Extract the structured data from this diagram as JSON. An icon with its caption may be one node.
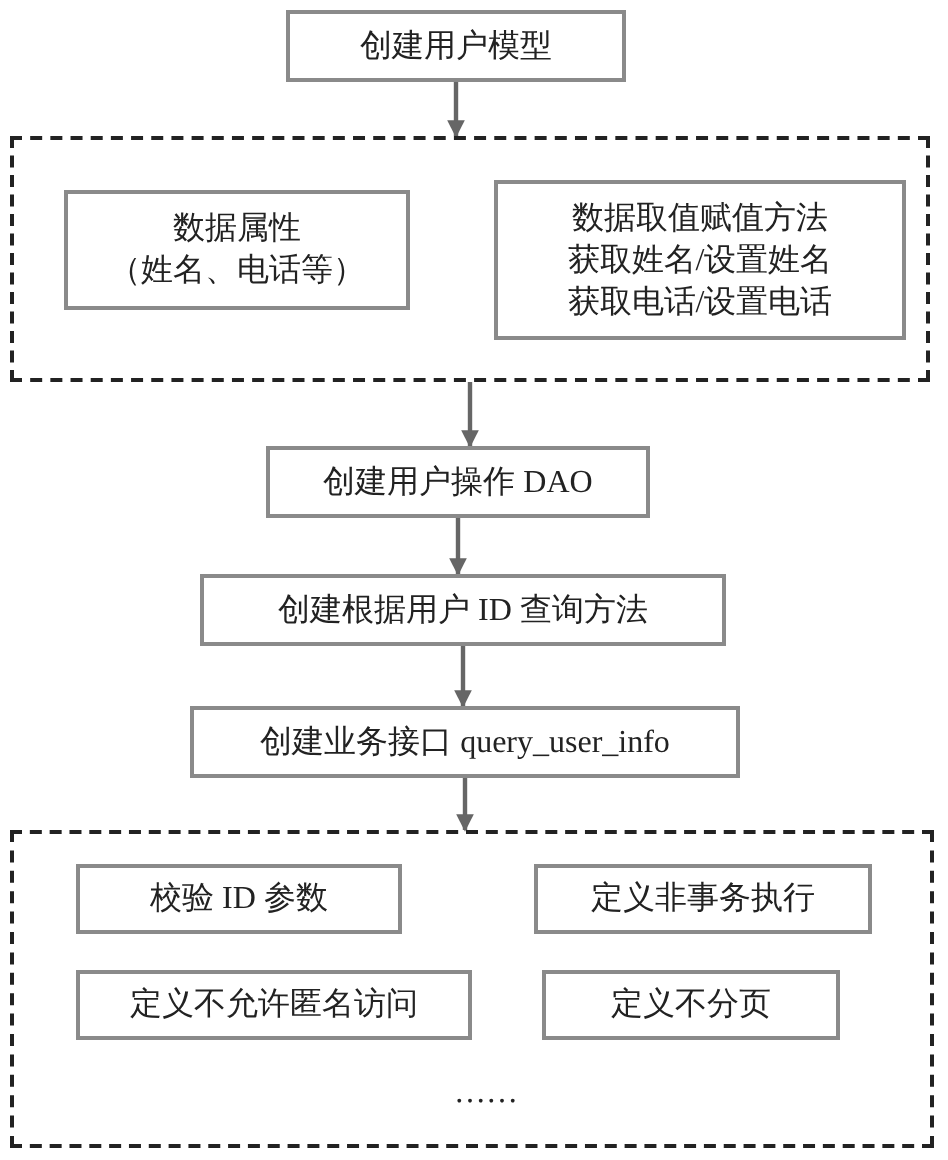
{
  "diagram": {
    "nodes": [
      {
        "text": [
          "创建用户模型"
        ]
      },
      {
        "text": [],
        "shape": "box"
      },
      {
        "text": [
          "数据属性",
          "（姓名、电话等）"
        ],
        "in": 1
      },
      {
        "text": [
          "数据取值赋值方法",
          "获取姓名/设置姓名",
          "获取电话/设置电话"
        ],
        "in": 1
      },
      {
        "text": [
          "创建用户操作 DAO"
        ]
      },
      {
        "text": [
          "创建根据用户 ID 查询方法"
        ]
      },
      {
        "text": [
          "创建业务接口 query_user_info"
        ]
      },
      {
        "text": [],
        "shape": "box"
      },
      {
        "text": [
          "校验 ID 参数"
        ],
        "in": 7
      },
      {
        "text": [
          "定义非事务执行"
        ],
        "in": 7
      },
      {
        "text": [
          "定义不允许匿名访问"
        ],
        "in": 7
      },
      {
        "text": [
          "定义不分页"
        ],
        "in": 7
      }
    ],
    "edges": [
      {
        "from": 0,
        "to": 1,
        "arrow": "to"
      },
      {
        "from": 1,
        "to": 4,
        "arrow": "to"
      },
      {
        "from": 4,
        "to": 5,
        "arrow": "to"
      },
      {
        "from": 5,
        "to": 6,
        "arrow": "to"
      },
      {
        "from": 6,
        "to": 7,
        "arrow": "to"
      }
    ],
    "labels": [
      "……"
    ]
  }
}
